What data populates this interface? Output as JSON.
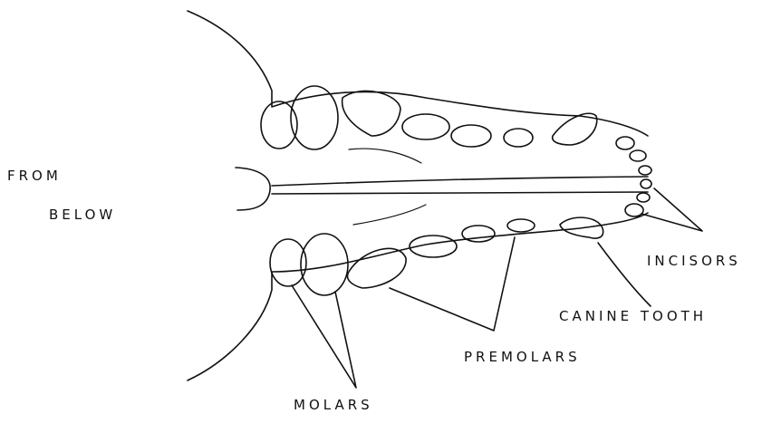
{
  "labels": {
    "view_line1": "FROM",
    "view_line2": "BELOW",
    "incisors": "INCISORS",
    "canine": "CANINE TOOTH",
    "premolars": "PREMOLARS",
    "molars": "MOLARS"
  }
}
